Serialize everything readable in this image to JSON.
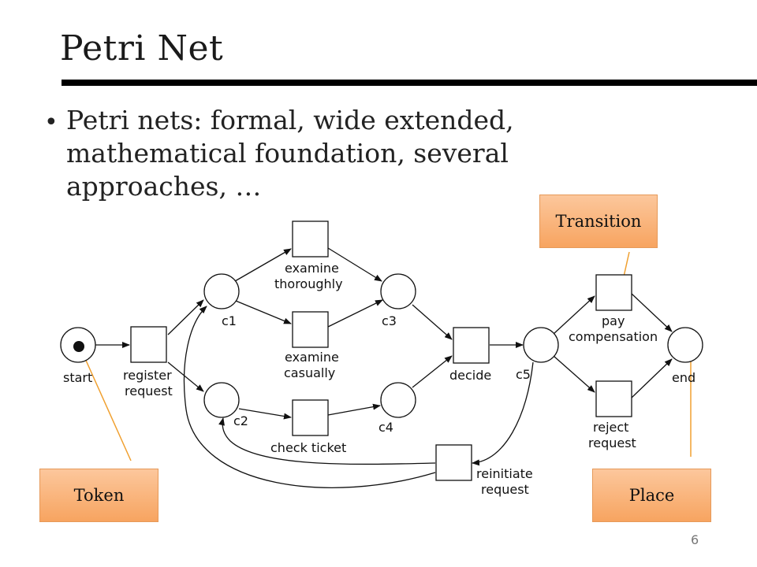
{
  "slide": {
    "title": "Petri Net",
    "bullet": "Petri nets: formal, wide extended, mathematical foundation, several approaches, …",
    "page_number": "6"
  },
  "callouts": {
    "transition": "Transition",
    "token": "Token",
    "place": "Place"
  },
  "places": {
    "start": "start",
    "c1": "c1",
    "c2": "c2",
    "c3": "c3",
    "c4": "c4",
    "c5": "c5",
    "end": "end"
  },
  "transitions": {
    "register": [
      "register",
      "request"
    ],
    "thoroughly": [
      "examine",
      "thoroughly"
    ],
    "casually": [
      "examine",
      "casually"
    ],
    "ticket": [
      "check ticket"
    ],
    "decide": [
      "decide"
    ],
    "pay": [
      "pay",
      "compensation"
    ],
    "reject": [
      "reject",
      "request"
    ],
    "reinitiate": [
      "reinitiate",
      "request"
    ]
  },
  "colors": {
    "callout_fill": "#f7a460",
    "callout_line": "#f0a030",
    "rule": "#000000"
  }
}
